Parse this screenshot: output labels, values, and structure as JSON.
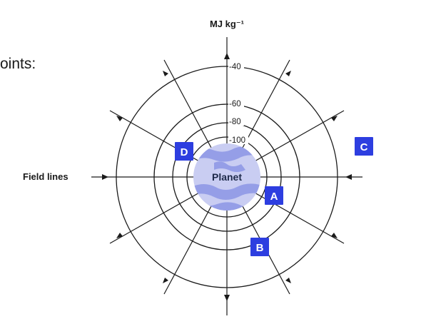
{
  "intro": {
    "text": "oints:"
  },
  "diagram": {
    "unit_label": "MJ kg⁻¹",
    "field_label": "Field lines",
    "planet_label": "Planet",
    "contours": [
      {
        "label": "-40"
      },
      {
        "label": "-60"
      },
      {
        "label": "-80"
      },
      {
        "label": "-100"
      }
    ],
    "points": [
      {
        "letter": "A"
      },
      {
        "letter": "B"
      },
      {
        "letter": "C"
      },
      {
        "letter": "D"
      }
    ],
    "colors": {
      "point_box": "#2d3ee0",
      "planet_base": "#c9cdf2",
      "planet_bands": "#8c96e6",
      "line": "#1a1a1a"
    }
  }
}
